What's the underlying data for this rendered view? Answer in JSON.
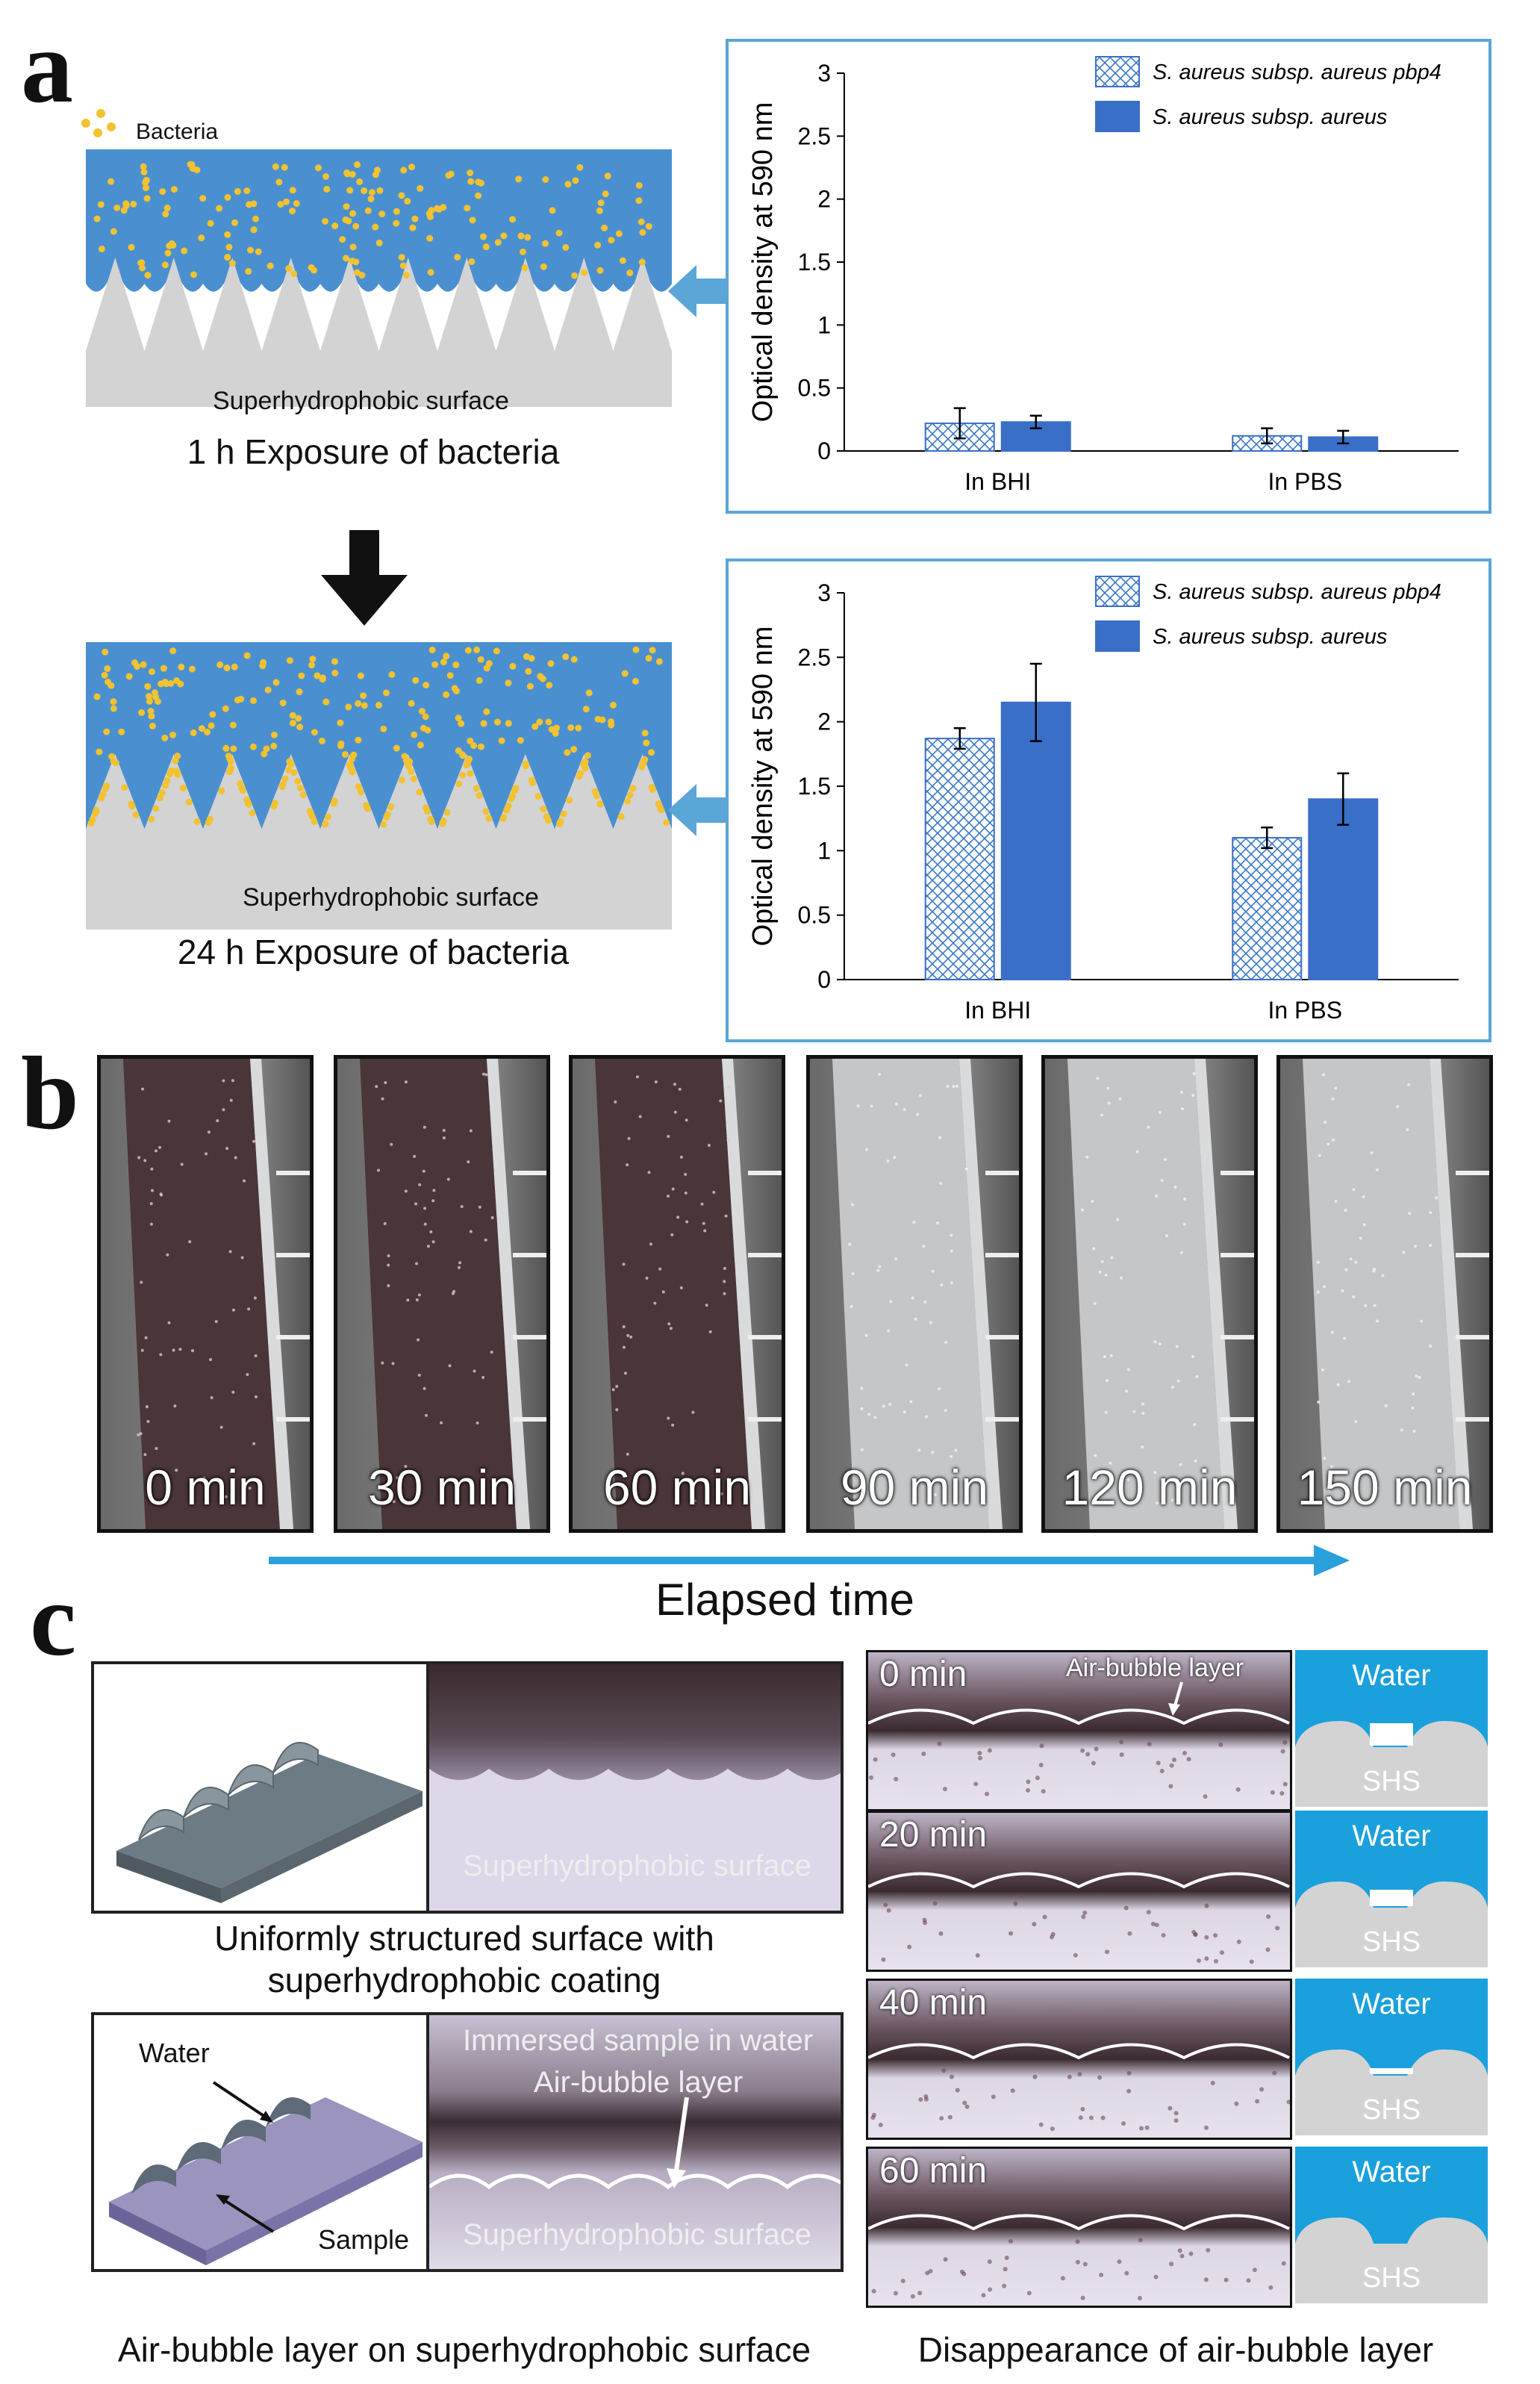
{
  "panel_a": {
    "letter": "a",
    "legend_bacteria": "Bacteria",
    "surface_label": "Superhydrophobic surface",
    "caption_1h": "1 h Exposure of bacteria",
    "caption_24h": "24 h Exposure of bacteria"
  },
  "chart_data": [
    {
      "type": "bar",
      "ylabel": "Optical density at 590 nm",
      "ylim": [
        0,
        3
      ],
      "yticks": [
        "0",
        "0.5",
        "1",
        "1.5",
        "2",
        "2.5",
        "3"
      ],
      "categories": [
        "In BHI",
        "In PBS"
      ],
      "series": [
        {
          "name": "S. aureus subsp. aureus pbp4",
          "values": [
            0.22,
            0.12
          ],
          "errors": [
            0.12,
            0.06
          ],
          "pattern": "crosshatch",
          "color": "#3a78c8"
        },
        {
          "name": "S. aureus subsp. aureus",
          "values": [
            0.23,
            0.11
          ],
          "errors": [
            0.05,
            0.05
          ],
          "pattern": "solid",
          "color": "#3a6fc8"
        }
      ],
      "legend_position": "top-right"
    },
    {
      "type": "bar",
      "ylabel": "Optical density at 590 nm",
      "ylim": [
        0,
        3
      ],
      "yticks": [
        "0",
        "0.5",
        "1",
        "1.5",
        "2",
        "2.5",
        "3"
      ],
      "categories": [
        "In BHI",
        "In PBS"
      ],
      "series": [
        {
          "name": "S. aureus subsp. aureus pbp4",
          "values": [
            1.87,
            1.1
          ],
          "errors": [
            0.08,
            0.08
          ],
          "pattern": "crosshatch",
          "color": "#3a78c8"
        },
        {
          "name": "S. aureus subsp. aureus",
          "values": [
            2.15,
            1.4
          ],
          "errors": [
            0.3,
            0.2
          ],
          "pattern": "solid",
          "color": "#3a6fc8"
        }
      ],
      "legend_position": "top-right"
    }
  ],
  "panel_b": {
    "letter": "b",
    "frames": [
      "0 min",
      "30 min",
      "60 min",
      "90 min",
      "120 min",
      "150 min"
    ],
    "axis_label": "Elapsed time"
  },
  "panel_c": {
    "letter": "c",
    "caption_top": "Uniformly structured surface with\nsuperhydrophobic coating",
    "photo_top_label": "Superhydrophobic surface",
    "schematic_water": "Water",
    "schematic_sample": "Sample",
    "photo_bottom_title": "Immersed sample in water",
    "photo_bottom_air": "Air-bubble layer",
    "photo_bottom_surface": "Superhydrophobic surface",
    "caption_bottom": "Air-bubble layer on superhydrophobic surface",
    "sequence": [
      {
        "time": "0 min",
        "annot": "Air-bubble layer",
        "water": "Water",
        "shs": "SHS"
      },
      {
        "time": "20 min",
        "water": "Water",
        "shs": "SHS"
      },
      {
        "time": "40 min",
        "water": "Water",
        "shs": "SHS"
      },
      {
        "time": "60 min",
        "water": "Water",
        "shs": "SHS"
      }
    ],
    "caption_sequence": "Disappearance of  air-bubble layer"
  },
  "colors": {
    "water": "#1aa0dc",
    "schematic_water": "#4a90d0",
    "bacteria": "#f2c230",
    "surface": "#d3d3d3",
    "chart_border": "#5aa6d6",
    "arrow": "#2aa0dc"
  }
}
